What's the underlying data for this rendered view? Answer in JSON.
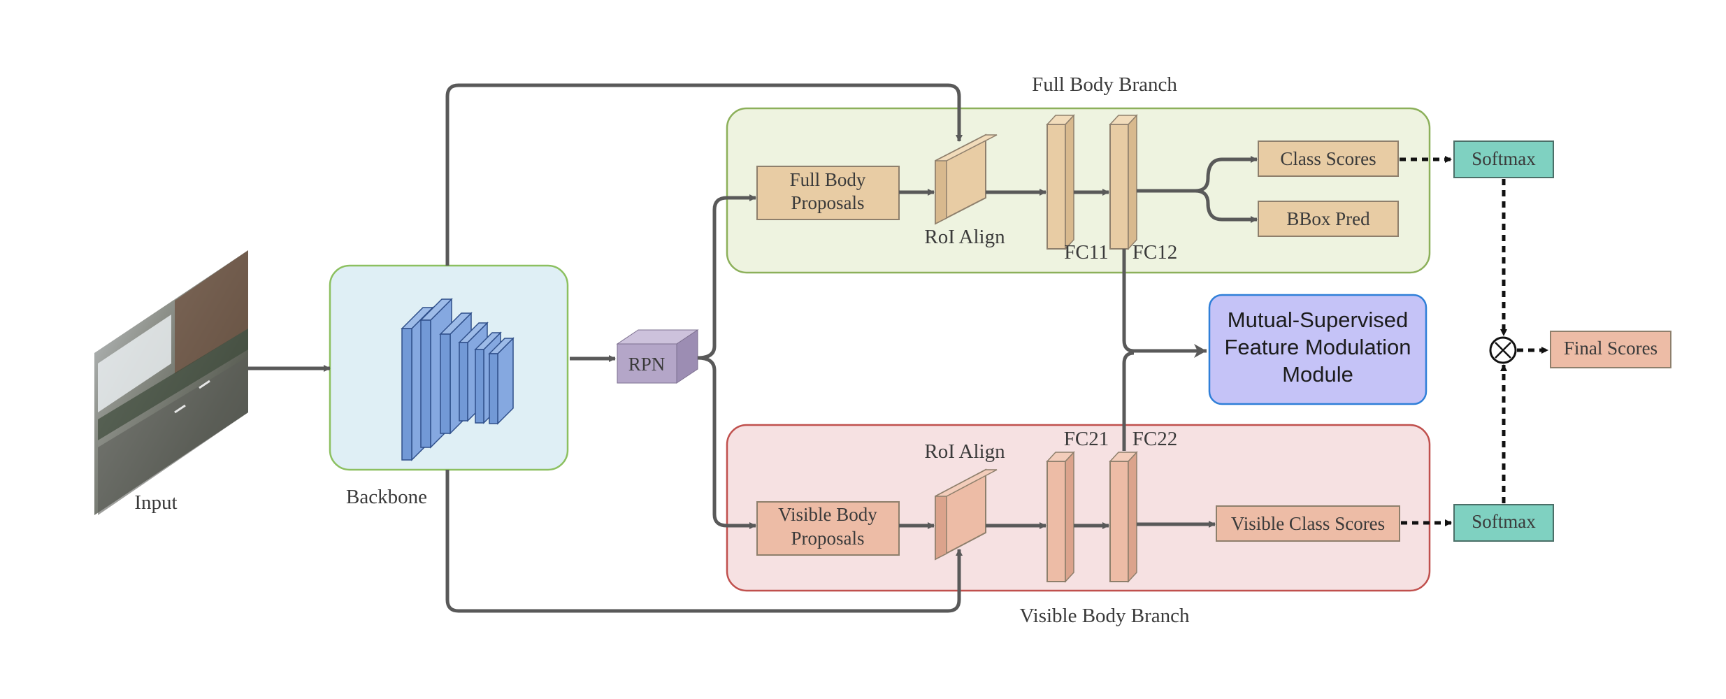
{
  "labels": {
    "input": "Input",
    "backbone": "Backbone",
    "rpn": "RPN",
    "full_branch_title": "Full Body Branch",
    "visible_branch_title": "Visible Body Branch",
    "full_proposals": [
      "Full Body",
      "Proposals"
    ],
    "visible_proposals": [
      "Visible Body",
      "Proposals"
    ],
    "roi_align_top": "RoI Align",
    "roi_align_bottom": "RoI Align",
    "fc11": "FC11",
    "fc12": "FC12",
    "fc21": "FC21",
    "fc22": "FC22",
    "class_scores": "Class Scores",
    "bbox_pred": "BBox Pred",
    "visible_class_scores": "Visible Class Scores",
    "softmax_top": "Softmax",
    "softmax_bottom": "Softmax",
    "msfm": [
      "Mutual-Supervised",
      "Feature Modulation",
      "Module"
    ],
    "final_scores": "Final Scores"
  },
  "colors": {
    "full_branch_fill": "#eef3e0",
    "full_branch_stroke": "#8cb05a",
    "visible_branch_fill": "#f6e1e2",
    "visible_branch_stroke": "#c0504d",
    "backbone_fill": "#dfeff5",
    "backbone_stroke": "#8cc060",
    "tan": "#e8cca4",
    "salmon": "#edbca6",
    "softmax": "#7fd1c1",
    "msfm_fill": "#c5c3f7",
    "msfm_stroke": "#2f7fd8",
    "rpn": "#b4a6c8",
    "cnn_blue": "#7299d6"
  },
  "icons": {
    "multiply": "circle-times-icon"
  }
}
